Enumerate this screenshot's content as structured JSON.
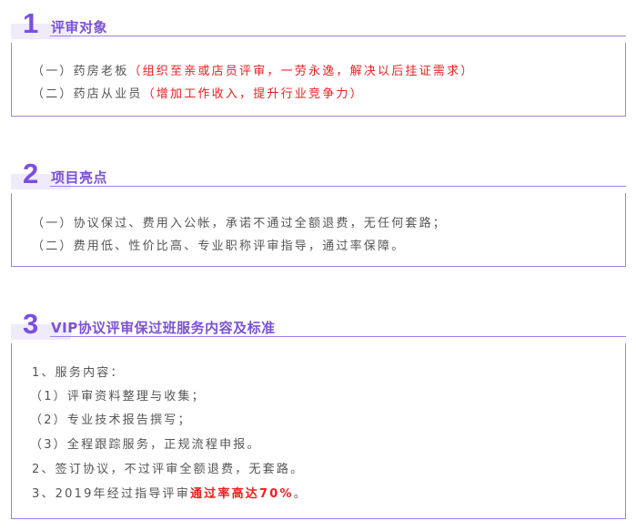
{
  "sections": [
    {
      "number": "1",
      "title": "评审对象",
      "lines": [
        {
          "text": "（一）药房老板",
          "highlight": "（组织至亲或店员评审，一劳永逸，解决以后挂证需求）"
        },
        {
          "text": "（二）药店从业员",
          "highlight": "（增加工作收入，提升行业竞争力）"
        }
      ]
    },
    {
      "number": "2",
      "title": "项目亮点",
      "lines": [
        {
          "text": "（一）协议保过、费用入公帐，承诺不通过全额退费，无任何套路；"
        },
        {
          "text": "（二）费用低、性价比高、专业职称评审指导，通过率保障。"
        }
      ]
    },
    {
      "number": "3",
      "title": "VIP协议评审保过班服务内容及标准",
      "lines": [
        {
          "text": "1、服务内容："
        },
        {
          "text": "（1）评审资料整理与收集；"
        },
        {
          "text": "（2）专业技术报告撰写；"
        },
        {
          "text": "（3）全程跟踪服务，正规流程申报。"
        },
        {
          "text": "2、签订协议，不过评审全额退费，无套路。"
        },
        {
          "text": "3、2019年经过指导评审",
          "highlight": "通过率高达70%",
          "suffix": "。"
        }
      ]
    }
  ],
  "colors": {
    "accent": "#7a4fe0",
    "border": "#9b82e6",
    "highlight": "#f01e1e",
    "text": "#555555"
  }
}
